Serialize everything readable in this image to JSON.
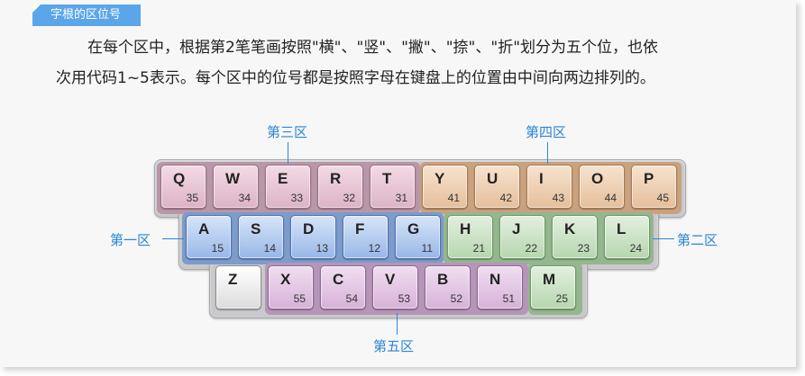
{
  "tab": {
    "title": "字根的区位号"
  },
  "paragraph": {
    "line1": "在每个区中，根据第2笔笔画按照\"横\"、\"竖\"、\"撇\"、\"捺\"、\"折\"划分为五个位，也依",
    "line2": "次用代码1~5表示。每个区中的位号都是按照字母在键盘上的位置由中间向两边排列的。"
  },
  "zones": {
    "zone3": "第三区",
    "zone4": "第四区",
    "zone1": "第一区",
    "zone2": "第二区",
    "zone5": "第五区"
  },
  "colors": {
    "zone1": "#98b7e7",
    "zone2": "#b7d6b0",
    "zone3": "#dcb3c6",
    "zone4": "#e5bf9b",
    "zone5": "#d6b2d8",
    "label": "#2a86d6"
  },
  "keys": {
    "row1": [
      {
        "letter": "Q",
        "code": "35"
      },
      {
        "letter": "W",
        "code": "34"
      },
      {
        "letter": "E",
        "code": "33"
      },
      {
        "letter": "R",
        "code": "32"
      },
      {
        "letter": "T",
        "code": "31"
      },
      {
        "letter": "Y",
        "code": "41"
      },
      {
        "letter": "U",
        "code": "42"
      },
      {
        "letter": "I",
        "code": "43"
      },
      {
        "letter": "O",
        "code": "44"
      },
      {
        "letter": "P",
        "code": "45"
      }
    ],
    "row2": [
      {
        "letter": "A",
        "code": "15"
      },
      {
        "letter": "S",
        "code": "14"
      },
      {
        "letter": "D",
        "code": "13"
      },
      {
        "letter": "F",
        "code": "12"
      },
      {
        "letter": "G",
        "code": "11"
      },
      {
        "letter": "H",
        "code": "21"
      },
      {
        "letter": "J",
        "code": "22"
      },
      {
        "letter": "K",
        "code": "23"
      },
      {
        "letter": "L",
        "code": "24"
      }
    ],
    "row3": [
      {
        "letter": "Z",
        "code": ""
      },
      {
        "letter": "X",
        "code": "55"
      },
      {
        "letter": "C",
        "code": "54"
      },
      {
        "letter": "V",
        "code": "53"
      },
      {
        "letter": "B",
        "code": "52"
      },
      {
        "letter": "N",
        "code": "51"
      },
      {
        "letter": "M",
        "code": "25"
      }
    ]
  }
}
